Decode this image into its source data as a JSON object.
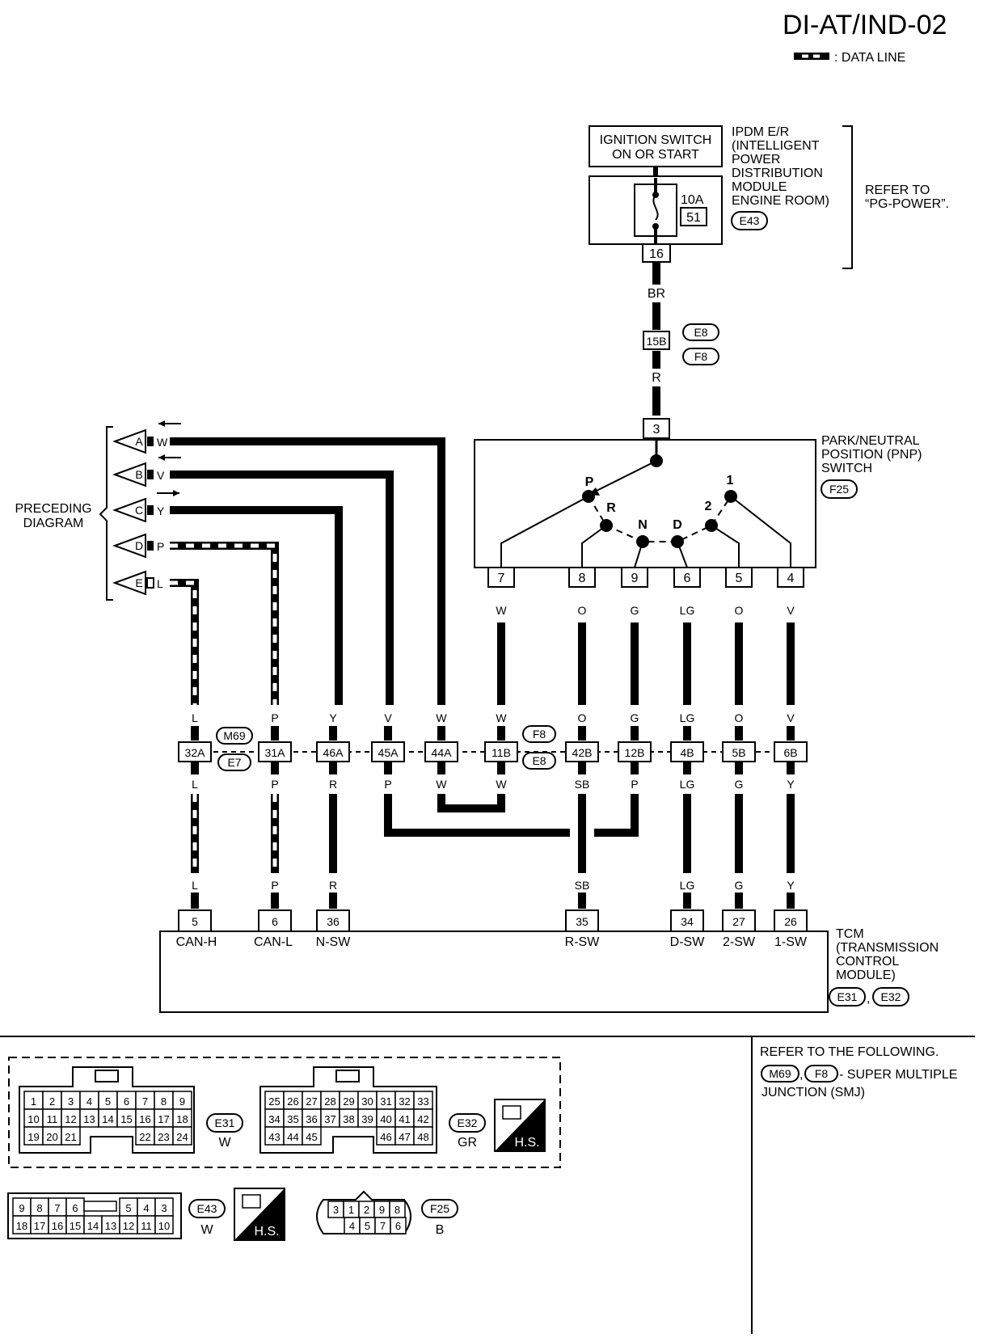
{
  "title": "DI-AT/IND-02",
  "legend": {
    "label": ": DATA LINE"
  },
  "ipdm": {
    "ignition_label_1": "IGNITION SWITCH",
    "ignition_label_2": "ON OR START",
    "name_lines": [
      "IPDM E/R",
      "(INTELLIGENT",
      "POWER",
      "DISTRIBUTION",
      "MODULE",
      "ENGINE ROOM)"
    ],
    "connector": "E43",
    "fuse_amp": "10A",
    "fuse_no": "51",
    "terminal": "16",
    "refer_1": "REFER TO",
    "refer_2": "“PG-POWER”."
  },
  "junction_15b": {
    "terminal": "15B",
    "conn_a": "E8",
    "conn_b": "F8",
    "wire_above": "BR",
    "wire_below": "R"
  },
  "pnp": {
    "name_lines": [
      "PARK/NEUTRAL",
      "POSITION (PNP)",
      "SWITCH"
    ],
    "connector": "F25",
    "input_terminal": "3",
    "positions": [
      "P",
      "R",
      "N",
      "D",
      "2",
      "1"
    ],
    "terminals": [
      "7",
      "8",
      "9",
      "6",
      "5",
      "4"
    ],
    "wires": [
      "W",
      "O",
      "G",
      "LG",
      "O",
      "V"
    ]
  },
  "preceding": {
    "label_1": "PRECEDING",
    "label_2": "DIAGRAM",
    "items": [
      {
        "letter": "A",
        "wire": "W"
      },
      {
        "letter": "B",
        "wire": "V"
      },
      {
        "letter": "C",
        "wire": "Y"
      },
      {
        "letter": "D",
        "wire": "P"
      },
      {
        "letter": "E",
        "wire": "L"
      }
    ]
  },
  "junction_row": {
    "conn_left_a": "M69",
    "conn_left_b": "E7",
    "conn_right_a": "F8",
    "conn_right_b": "E8",
    "terminals": [
      "32A",
      "31A",
      "46A",
      "45A",
      "44A",
      "11B",
      "42B",
      "12B",
      "4B",
      "5B",
      "6B"
    ],
    "wires_above": [
      "L",
      "P",
      "Y",
      "V",
      "W",
      "W",
      "O",
      "G",
      "LG",
      "O",
      "V"
    ],
    "wires_below": [
      "L",
      "P",
      "R",
      "P",
      "W",
      "W",
      "SB",
      "P",
      "LG",
      "G",
      "Y"
    ]
  },
  "tcm": {
    "name_lines": [
      "TCM",
      "(TRANSMISSION",
      "CONTROL",
      "MODULE)"
    ],
    "conn_a": "E31",
    "conn_b": "E32",
    "separator": ",",
    "terminals": [
      "5",
      "6",
      "36",
      "35",
      "34",
      "27",
      "26"
    ],
    "signals": [
      "CAN-H",
      "CAN-L",
      "N-SW",
      "R-SW",
      "D-SW",
      "2-SW",
      "1-SW"
    ],
    "wires": [
      "L",
      "P",
      "R",
      "SB",
      "LG",
      "G",
      "Y"
    ]
  },
  "footer": {
    "refer_1": "REFER TO THE FOLLOWING.",
    "refer_conn_a": "M69",
    "refer_conn_b": "F8",
    "refer_2": "- SUPER MULTIPLE",
    "refer_3": "JUNCTION (SMJ)",
    "e31": {
      "name": "E31",
      "color": "W",
      "rows": [
        [
          "1",
          "2",
          "3",
          "4",
          "5",
          "6",
          "7",
          "8",
          "9"
        ],
        [
          "10",
          "11",
          "12",
          "13",
          "14",
          "15",
          "16",
          "17",
          "18"
        ],
        [
          "19",
          "20",
          "21",
          "",
          "",
          "",
          "22",
          "23",
          "24"
        ]
      ]
    },
    "e32": {
      "name": "E32",
      "color": "GR",
      "rows": [
        [
          "25",
          "26",
          "27",
          "28",
          "29",
          "30",
          "31",
          "32",
          "33"
        ],
        [
          "34",
          "35",
          "36",
          "37",
          "38",
          "39",
          "40",
          "41",
          "42"
        ],
        [
          "43",
          "44",
          "45",
          "",
          "",
          "",
          "46",
          "47",
          "48"
        ]
      ]
    },
    "e43": {
      "name": "E43",
      "color": "W",
      "rows": [
        [
          "9",
          "8",
          "7",
          "6",
          "",
          "",
          "5",
          "4",
          "3"
        ],
        [
          "18",
          "17",
          "16",
          "15",
          "14",
          "13",
          "12",
          "11",
          "10"
        ]
      ]
    },
    "f25": {
      "name": "F25",
      "color": "B",
      "rows": [
        [
          "3",
          "1",
          "2",
          "9",
          "8"
        ],
        [
          "4",
          "5",
          "7",
          "6"
        ]
      ]
    },
    "hs_label": "H.S."
  }
}
